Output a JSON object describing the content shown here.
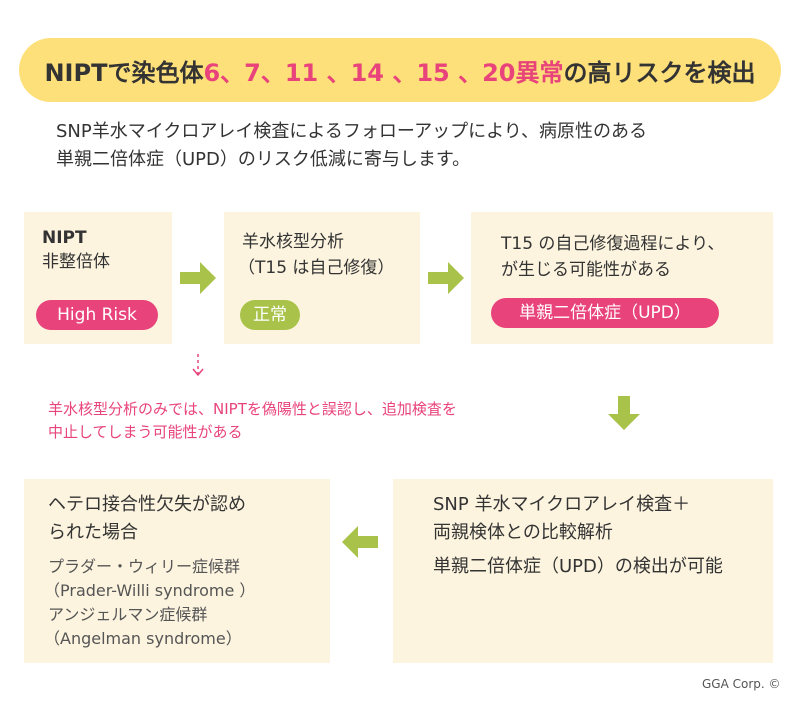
{
  "title": {
    "prefix": "NIPTで染色体",
    "chromosomes": "6、7、11 、14 、15 、20",
    "abnormal": "異常",
    "suffix": "の高リスクを検出"
  },
  "intro": {
    "line1": "SNP羊水マイクロアレイ検査によるフォローアップにより、病原性のある",
    "line2": "単親二倍体症（UPD）のリスク低減に寄与します。"
  },
  "step1": {
    "title": "NIPT",
    "subtitle": "非整倍体",
    "badge": "High Risk"
  },
  "step2": {
    "line1": "羊水核型分析",
    "line2": "（T15 は自己修復）",
    "badge": "正常"
  },
  "step3": {
    "line1": "T15 の自己修復過程により、",
    "line2": "が生じる可能性がある",
    "badge": "単親二倍体症（UPD）"
  },
  "note": {
    "line1": "羊水核型分析のみでは、NIPTを偽陽性と誤認し、追加検査を",
    "line2": "中止してしまう可能性がある"
  },
  "step4": {
    "line1": "SNP 羊水マイクロアレイ検査＋",
    "line2": "両親検体との比較解析",
    "line3": "単親二倍体症（UPD）の検出が可能"
  },
  "step5": {
    "line1": "ヘテロ接合性欠失が認め",
    "line2": "られた場合",
    "line3": "プラダー・ウィリー症候群",
    "line4": "（Prader-Willi syndrome ）",
    "line5": "アンジェルマン症候群",
    "line6": "（Angelman syndrome）"
  },
  "credit": "GGA Corp. ©",
  "colors": {
    "title_bg": "#fde07a",
    "accent_pink": "#e8437b",
    "arrow_green": "#a9c34a",
    "box_bg": "#fcf4df"
  }
}
